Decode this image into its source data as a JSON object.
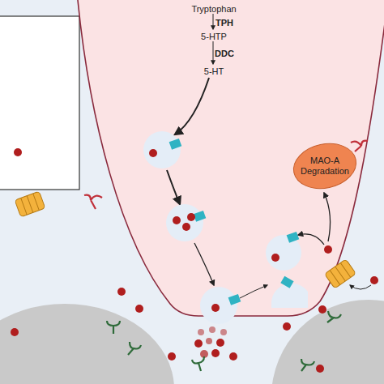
{
  "diagram": {
    "nodes": [
      {
        "text": [
          "Tryptophan",
          "TPH",
          "5-HTP",
          "DDC",
          "5-HT"
        ]
      },
      {
        "text": [
          "MAO-A Degradation"
        ],
        "in": 0
      }
    ]
  }
}
